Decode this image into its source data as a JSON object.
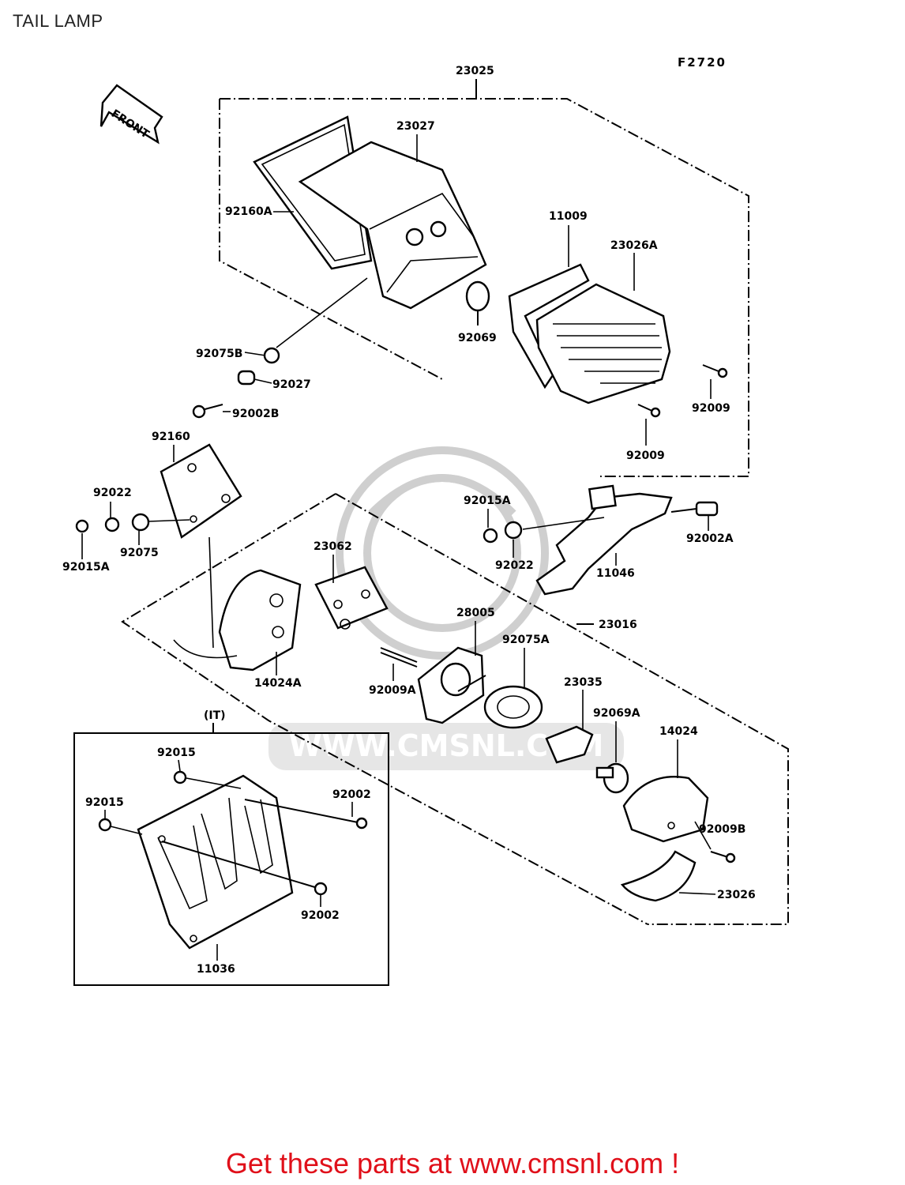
{
  "header": {
    "title": "TAIL LAMP"
  },
  "diagram": {
    "figure_code": "F2720",
    "front_label": "FRONT",
    "group_label_it": "(IT)",
    "watermark": "WWW.CMSNL.COM",
    "parts": {
      "p23025": "23025",
      "p23027": "23027",
      "p92160A": "92160A",
      "p11009": "11009",
      "p23026A": "23026A",
      "p92069": "92069",
      "p92075B": "92075B",
      "p92027": "92027",
      "p92002B": "92002B",
      "p92009a": "92009",
      "p92009b": "92009",
      "p92160": "92160",
      "p92022a": "92022",
      "p92015A_left": "92015A",
      "p92075": "92075",
      "p92015A_right": "92015A",
      "p92022b": "92022",
      "p92002A": "92002A",
      "p11046": "11046",
      "p23062": "23062",
      "p28005": "28005",
      "p92075A": "92075A",
      "p23016": "23016",
      "p14024A": "14024A",
      "p92009A": "92009A",
      "p23035": "23035",
      "p92069A": "92069A",
      "p14024": "14024",
      "p92009B": "92009B",
      "p23026": "23026",
      "p92015a": "92015",
      "p92015b": "92015",
      "p92002a": "92002",
      "p92002b": "92002",
      "p11036": "11036"
    }
  },
  "footer": {
    "text": "Get these parts at www.cmsnl.com !",
    "color": "#e0101a"
  }
}
